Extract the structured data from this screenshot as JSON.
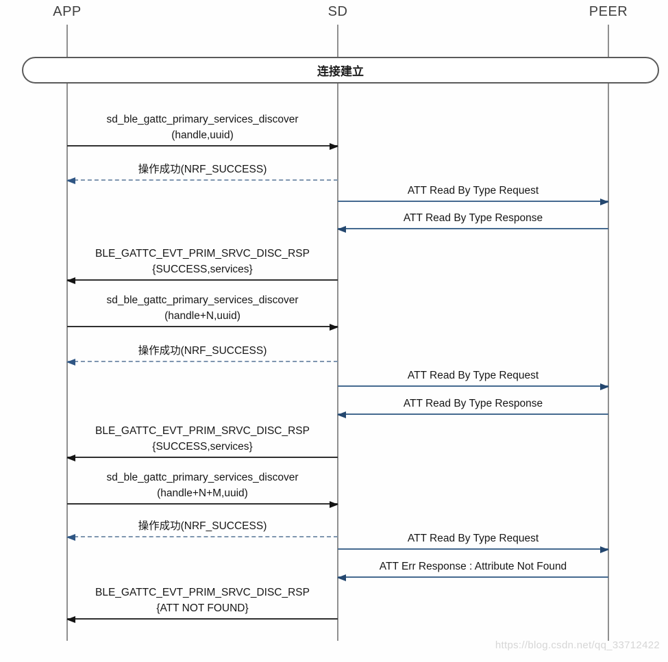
{
  "participants": [
    {
      "name": "APP"
    },
    {
      "name": "SD"
    },
    {
      "name": "PEER"
    }
  ],
  "band": {
    "label": "连接建立"
  },
  "messages": [
    {
      "from": "APP",
      "to": "SD",
      "direction": "right",
      "style": "solid-black",
      "line1": "sd_ble_gattc_primary_services_discover",
      "line2": "(handle,uuid)"
    },
    {
      "from": "SD",
      "to": "APP",
      "direction": "left",
      "style": "dashed-blue",
      "line1": "操作成功(NRF_SUCCESS)"
    },
    {
      "from": "SD",
      "to": "PEER",
      "direction": "right",
      "style": "solid-blue",
      "line1": "ATT Read By Type Request"
    },
    {
      "from": "PEER",
      "to": "SD",
      "direction": "left",
      "style": "solid-blue",
      "line1": "ATT Read By Type Response"
    },
    {
      "from": "SD",
      "to": "APP",
      "direction": "left",
      "style": "solid-black",
      "line1": "BLE_GATTC_EVT_PRIM_SRVC_DISC_RSP",
      "line2": "{SUCCESS,services}"
    },
    {
      "from": "APP",
      "to": "SD",
      "direction": "right",
      "style": "solid-black",
      "line1": "sd_ble_gattc_primary_services_discover",
      "line2": "(handle+N,uuid)"
    },
    {
      "from": "SD",
      "to": "APP",
      "direction": "left",
      "style": "dashed-blue",
      "line1": "操作成功(NRF_SUCCESS)"
    },
    {
      "from": "SD",
      "to": "PEER",
      "direction": "right",
      "style": "solid-blue",
      "line1": "ATT Read By Type Request"
    },
    {
      "from": "PEER",
      "to": "SD",
      "direction": "left",
      "style": "solid-blue",
      "line1": "ATT Read By Type Response"
    },
    {
      "from": "SD",
      "to": "APP",
      "direction": "left",
      "style": "solid-black",
      "line1": "BLE_GATTC_EVT_PRIM_SRVC_DISC_RSP",
      "line2": "{SUCCESS,services}"
    },
    {
      "from": "APP",
      "to": "SD",
      "direction": "right",
      "style": "solid-black",
      "line1": "sd_ble_gattc_primary_services_discover",
      "line2": "(handle+N+M,uuid)"
    },
    {
      "from": "SD",
      "to": "APP",
      "direction": "left",
      "style": "dashed-blue",
      "line1": "操作成功(NRF_SUCCESS)"
    },
    {
      "from": "SD",
      "to": "PEER",
      "direction": "right",
      "style": "solid-blue",
      "line1": "ATT Read By Type Request"
    },
    {
      "from": "PEER",
      "to": "SD",
      "direction": "left",
      "style": "solid-blue",
      "line1": "ATT Err Response : Attribute Not Found"
    },
    {
      "from": "SD",
      "to": "APP",
      "direction": "left",
      "style": "solid-black",
      "line1": "BLE_GATTC_EVT_PRIM_SRVC_DISC_RSP",
      "line2": "{ATT NOT FOUND}"
    }
  ],
  "watermark": "https://blog.csdn.net/qq_33712422",
  "colors": {
    "black_arrow": "#2f2f2f",
    "blue_arrow": "#44698f",
    "blue_arrowhead": "#24476f",
    "dashed_arrow": "#7e95af",
    "lifeline": "#8f8f8f",
    "watermark": "#d6d6d6"
  }
}
